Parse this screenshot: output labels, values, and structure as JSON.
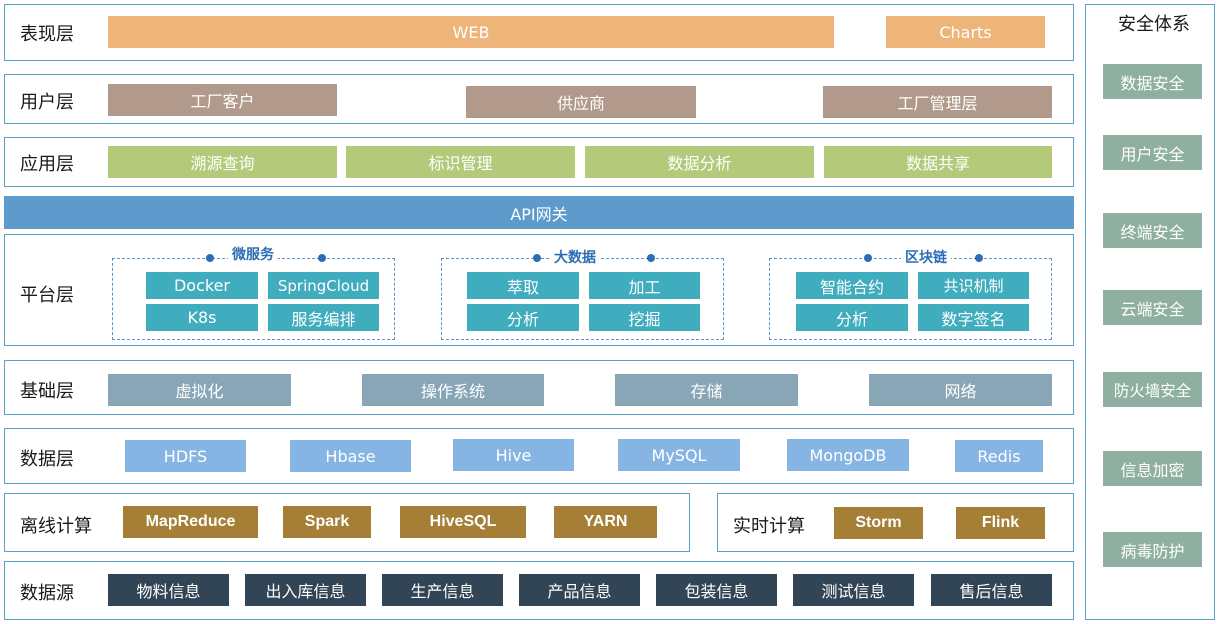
{
  "layers": {
    "presentation": {
      "label": "表现层",
      "items": [
        "WEB",
        "Charts"
      ]
    },
    "user": {
      "label": "用户层",
      "items": [
        "工厂客户",
        "供应商",
        "工厂管理层"
      ]
    },
    "application": {
      "label": "应用层",
      "items": [
        "溯源查询",
        "标识管理",
        "数据分析",
        "数据共享"
      ]
    },
    "api": {
      "label": "API网关"
    },
    "platform": {
      "label": "平台层",
      "groups": [
        {
          "title": "微服务",
          "items": [
            "Docker",
            "SpringCloud",
            "K8s",
            "服务编排"
          ]
        },
        {
          "title": "大数据",
          "items": [
            "萃取",
            "加工",
            "分析",
            "挖掘"
          ]
        },
        {
          "title": "区块链",
          "items": [
            "智能合约",
            "共识机制",
            "分析",
            "数字签名"
          ]
        }
      ]
    },
    "infrastructure": {
      "label": "基础层",
      "items": [
        "虚拟化",
        "操作系统",
        "存储",
        "网络"
      ]
    },
    "data": {
      "label": "数据层",
      "items": [
        "HDFS",
        "Hbase",
        "Hive",
        "MySQL",
        "MongoDB",
        "Redis"
      ]
    },
    "offline": {
      "label": "离线计算",
      "items": [
        "MapReduce",
        "Spark",
        "HiveSQL",
        "YARN"
      ]
    },
    "realtime": {
      "label": "实时计算",
      "items": [
        "Storm",
        "Flink"
      ]
    },
    "source": {
      "label": "数据源",
      "items": [
        "物料信息",
        "出入库信息",
        "生产信息",
        "产品信息",
        "包装信息",
        "测试信息",
        "售后信息"
      ]
    }
  },
  "security": {
    "title": "安全体系",
    "items": [
      "数据安全",
      "用户安全",
      "终端安全",
      "云端安全",
      "防火墙安全",
      "信息加密",
      "病毒防护"
    ]
  }
}
